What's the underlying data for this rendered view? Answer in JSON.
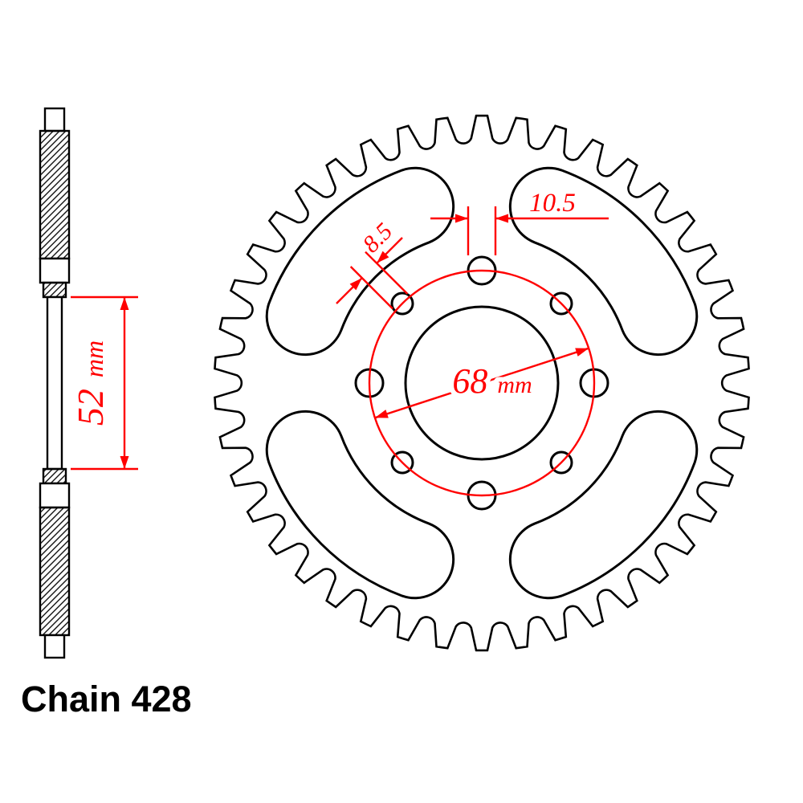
{
  "diagram": {
    "chain_label": "Chain 428",
    "dimensions": {
      "plate_width": {
        "value": "52",
        "unit": "mm"
      },
      "small_hole_diameter": "8.5",
      "large_hole_diameter": "10.5",
      "bolt_circle_diameter": {
        "value": "68",
        "unit": "mm"
      }
    },
    "colors": {
      "outline": "#000000",
      "dimension": "#ff0000",
      "background": "#ffffff"
    },
    "sprocket": {
      "teeth": 42,
      "bolt_holes": 8,
      "cutouts": 4
    }
  }
}
